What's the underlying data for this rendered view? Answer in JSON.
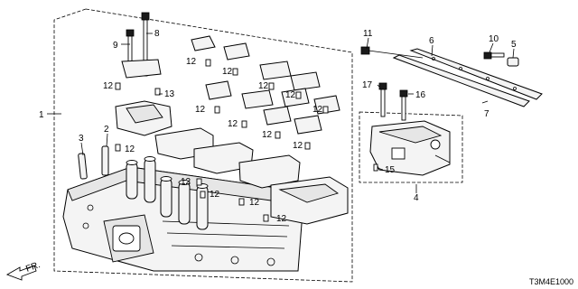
{
  "diagram": {
    "callouts": {
      "c1": "1",
      "c2": "2",
      "c3": "3",
      "c4": "4",
      "c5": "5",
      "c6": "6",
      "c7": "7",
      "c8": "8",
      "c9": "9",
      "c10": "10",
      "c11": "11",
      "c13": "13",
      "c15": "15",
      "c16": "16",
      "c17": "17",
      "c12": "12"
    },
    "direction_label": "FR.",
    "diagram_code": "T3M4E1000"
  }
}
